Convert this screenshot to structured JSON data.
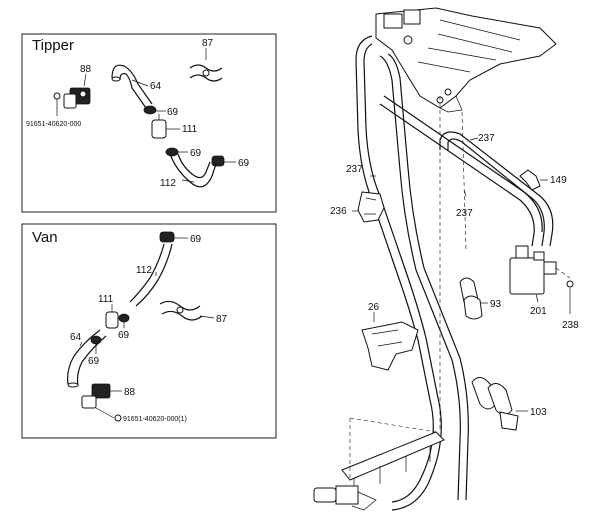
{
  "panels": {
    "tipper": {
      "title": "Tipper",
      "labels": {
        "p87": "87",
        "p88": "88",
        "p64": "64",
        "bolt": "91651-40620-000",
        "p69a": "69",
        "p111": "111",
        "p69b": "69",
        "p69c": "69",
        "p112": "112"
      }
    },
    "van": {
      "title": "Van",
      "labels": {
        "p69a": "69",
        "p112": "112",
        "p111": "111",
        "p87": "87",
        "p69b": "69",
        "p64": "64",
        "p69c": "69",
        "p88": "88",
        "bolt": "91651-40620-000(1)"
      }
    }
  },
  "main": {
    "labels": {
      "p237a": "237",
      "p237b": "237",
      "p237c": "237",
      "p149": "149",
      "p236": "236",
      "p26": "26",
      "p93": "93",
      "p201": "201",
      "p238": "238",
      "p103": "103"
    }
  }
}
